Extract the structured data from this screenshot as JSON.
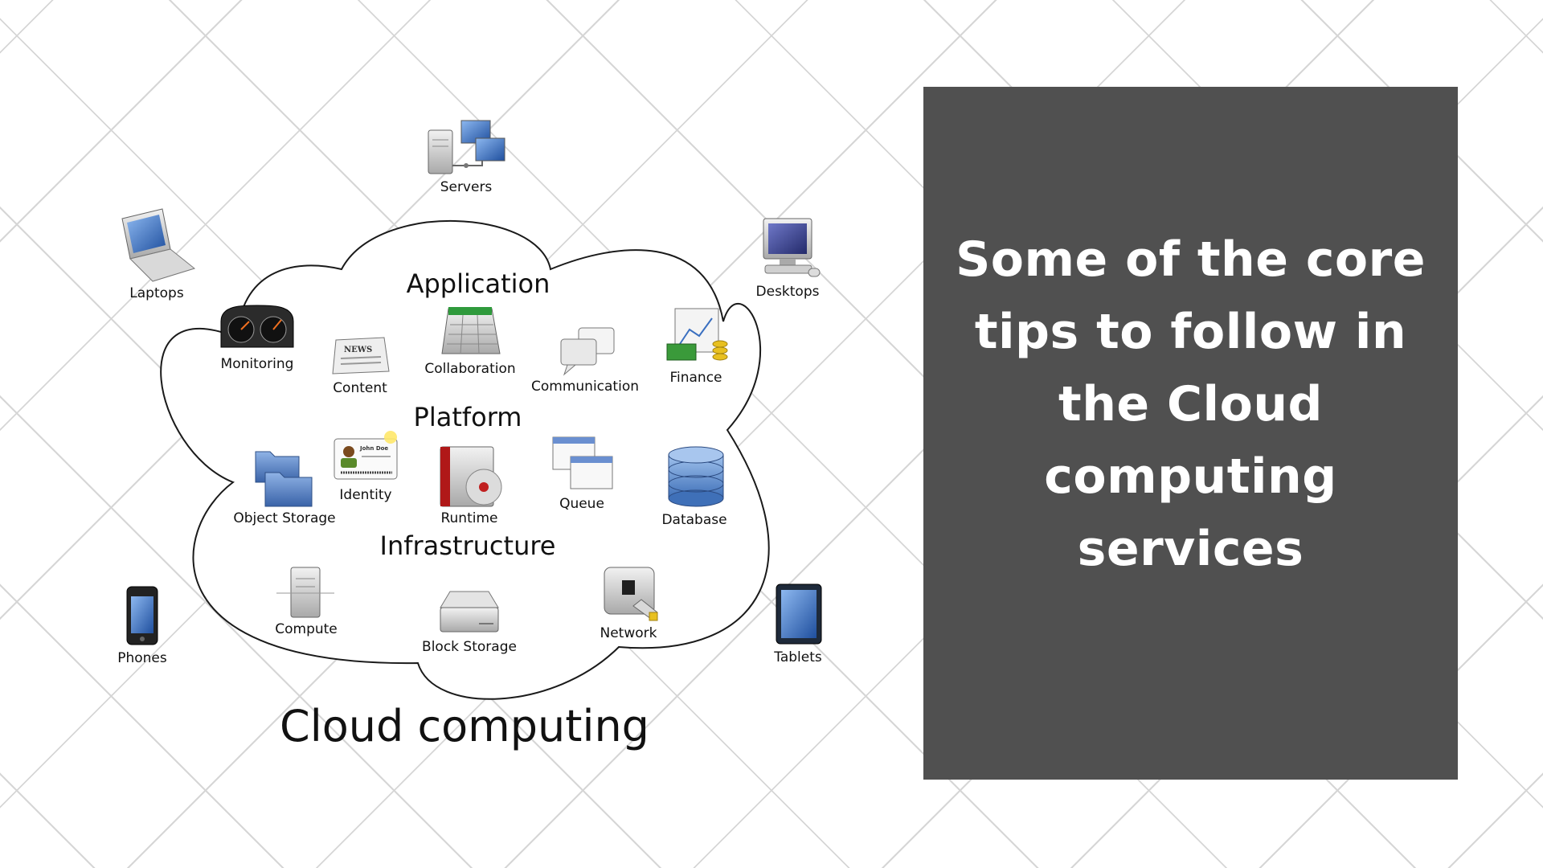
{
  "diagram": {
    "title": "Cloud computing",
    "sections": {
      "application": "Application",
      "platform": "Platform",
      "infrastructure": "Infrastructure"
    },
    "clients": {
      "servers": "Servers",
      "laptops": "Laptops",
      "desktops": "Desktops",
      "phones": "Phones",
      "tablets": "Tablets"
    },
    "application_items": {
      "monitoring": "Monitoring",
      "content": "Content",
      "collaboration": "Collaboration",
      "communication": "Communication",
      "finance": "Finance"
    },
    "platform_items": {
      "object_storage": "Object Storage",
      "identity": "Identity",
      "runtime": "Runtime",
      "queue": "Queue",
      "database": "Database"
    },
    "infrastructure_items": {
      "compute": "Compute",
      "block_storage": "Block Storage",
      "network": "Network"
    },
    "icon_text": {
      "news": "NEWS",
      "badge_name": "John Doe"
    }
  },
  "headline": "Some of the core tips to follow in the Cloud computing services",
  "colors": {
    "panel": "#505050",
    "headline_text": "#ffffff"
  }
}
